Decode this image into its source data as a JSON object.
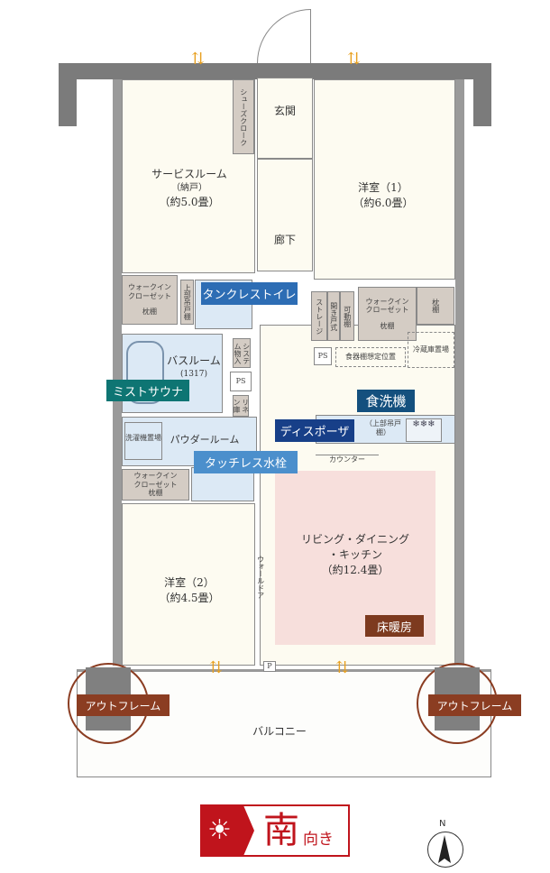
{
  "rooms": {
    "service_room": "サービスルーム",
    "service_sub": "（納戸）",
    "service_size": "（約5.0畳）",
    "genkan": "玄関",
    "shoe_closet": "シューズクローク",
    "western1": "洋室（1）",
    "western1_size": "（約6.0畳）",
    "corridor": "廊下",
    "wic": "ウォークイン\nクローゼット",
    "pillow_shelf": "枕棚",
    "upper_cabinet": "上部吊戸棚",
    "storage": "ストレージ",
    "movable_shelf": "可動棚",
    "swing_door": "開き戸式",
    "ps": "PS",
    "dish_shelf": "食器棚想定位置",
    "fridge": "冷蔵庫置場",
    "bathroom": "バスルーム",
    "bath_size": "(1317)",
    "system_storage": "システム物入",
    "linen": "リネン庫",
    "washer": "洗濯機置場",
    "powder": "パウダールーム",
    "counter": "カウンター",
    "kitchen_upper": "（上部吊戸棚）",
    "ldk": "リビング・ダイニング\n・キッチン",
    "ldk_size": "（約12.4畳）",
    "western2": "洋室（2）",
    "western2_size": "（約4.5畳）",
    "wall_door": "ウォールドア",
    "balcony": "バルコニー",
    "p": "P"
  },
  "tags": {
    "tankless_toilet": "タンクレストイレ",
    "mist_sauna": "ミストサウナ",
    "dishwasher": "食洗機",
    "disposer": "ディスポーザ",
    "touchless_faucet": "タッチレス水栓",
    "floor_heating": "床暖房",
    "outframe": "アウトフレーム"
  },
  "orientation": {
    "kanji": "南",
    "suffix": "向き"
  },
  "compass": {
    "north": "N"
  },
  "colors": {
    "tankless": "#2d6db4",
    "sauna": "#0e7573",
    "dishwasher": "#14507e",
    "disposer": "#173f88",
    "faucet": "#4b8fcc",
    "heating": "#7d3a1f",
    "outframe": "#8b3d22",
    "south": "#c0141c",
    "floor_heating_area": "#f7dfdc"
  }
}
